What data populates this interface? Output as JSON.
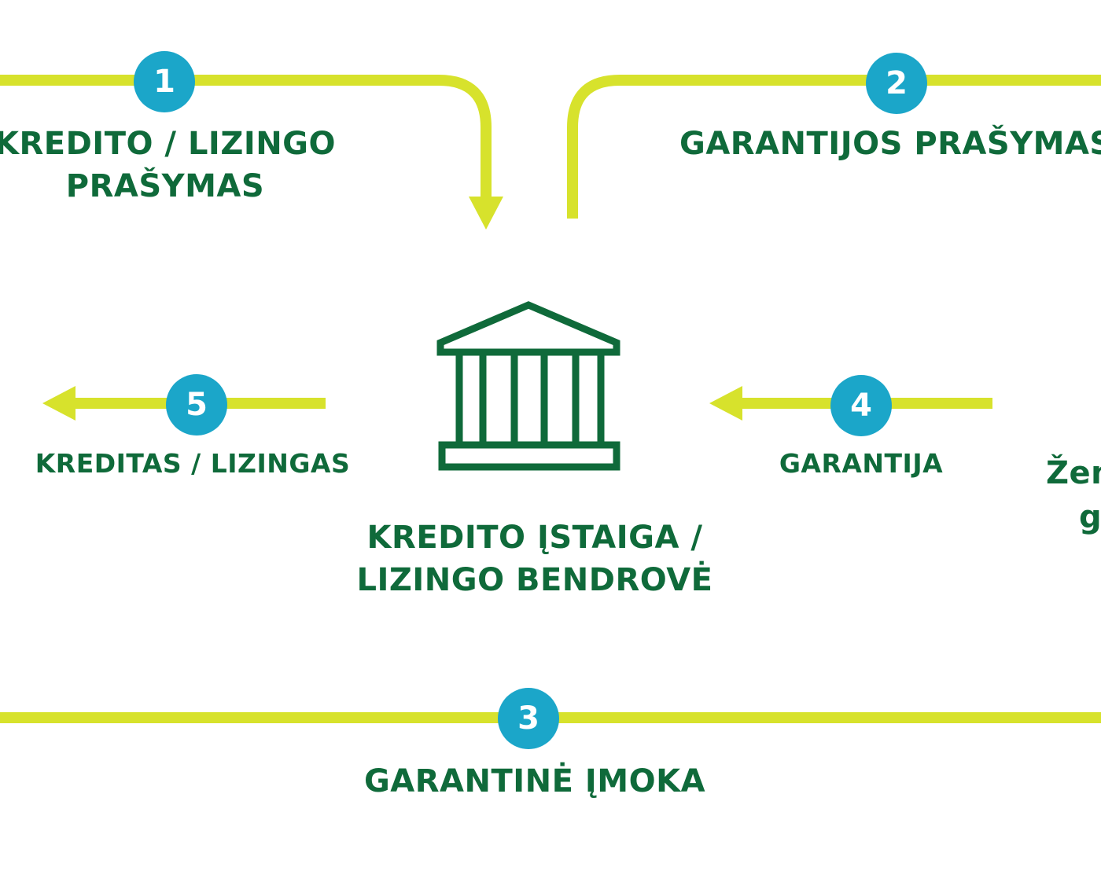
{
  "colors": {
    "arrow": "#d7e22c",
    "badge": "#1ba6c9",
    "text": "#0f6a3a",
    "background": "#ffffff"
  },
  "icons": {
    "center": "bank-building-icon"
  },
  "steps": [
    {
      "number": "1",
      "label_line1": "KREDITO / LIZINGO",
      "label_line2": "PRAŠYMAS"
    },
    {
      "number": "2",
      "label_line1": "GARANTIJOS PRAŠYMAS"
    },
    {
      "number": "3",
      "label_line1": "GARANTINĖ ĮMOKA"
    },
    {
      "number": "4",
      "label_line1": "GARANTIJA"
    },
    {
      "number": "5",
      "label_line1": "KREDITAS / LIZINGAS"
    }
  ],
  "center": {
    "label_line1": "KREDITO ĮSTAIGA /",
    "label_line2": "LIZINGO BENDROVĖ"
  },
  "right_partial": {
    "line1": "Žem",
    "line2": "g"
  }
}
